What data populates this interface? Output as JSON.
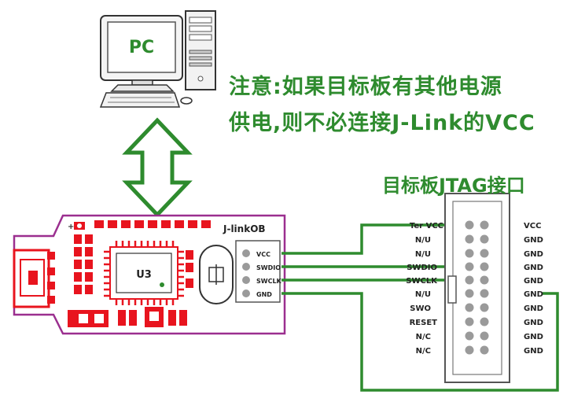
{
  "pc_label": "PC",
  "note": {
    "line1": "注意:如果目标板有其他电源",
    "line2": "供电,则不必连接J-Link的VCC"
  },
  "jlink": {
    "title": "J-linkOB",
    "chip_label": "U3",
    "pins": [
      "VCC",
      "SWDIO",
      "SWCLK",
      "GND"
    ]
  },
  "jtag": {
    "title": "目标板JTAG接口",
    "left_pins": [
      "Ter VCC",
      "N/U",
      "N/U",
      "SWDIO",
      "SWCLK",
      "N/U",
      "SWO",
      "RESET",
      "N/C",
      "N/C"
    ],
    "right_pins": [
      "VCC",
      "GND",
      "GND",
      "GND",
      "GND",
      "GND",
      "GND",
      "GND",
      "GND",
      "GND"
    ]
  },
  "colors": {
    "green": "#2e8b2e",
    "red": "#e8141e",
    "purple": "#9b2f8f",
    "grey": "#9a9a9a"
  }
}
